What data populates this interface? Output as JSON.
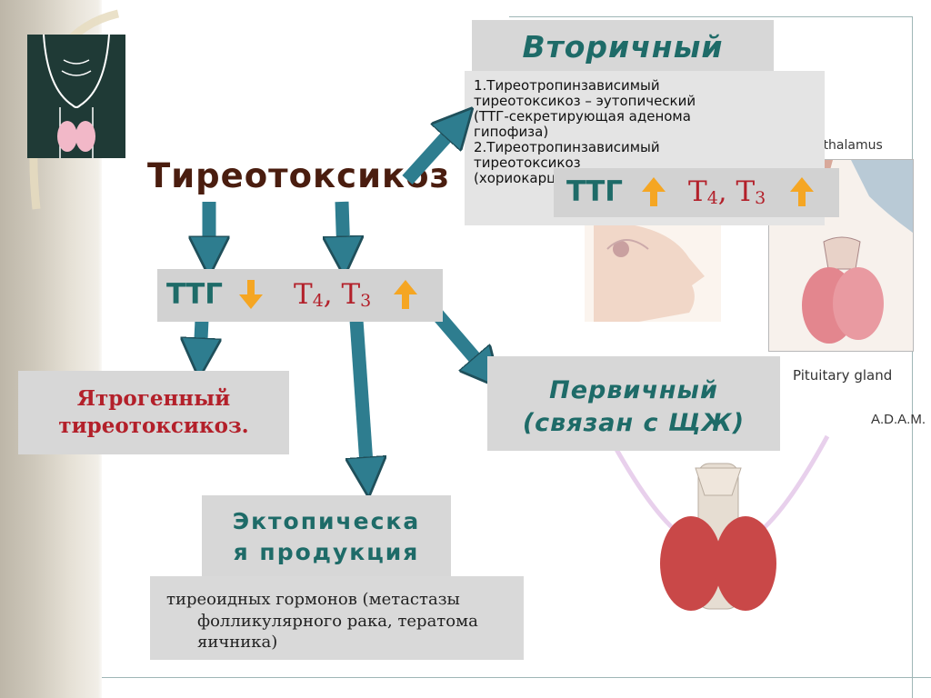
{
  "title": "Тиреотоксикоз",
  "secondary": {
    "header": "Вторичный",
    "lines": [
      "1.Тиреотропинзависимый",
      "тиреотоксикоз – эутопический",
      "(ТТГ-секретирующая аденома",
      "гипофиза)",
      "2.Тиреотропинзависимый",
      "тиреотоксикоз",
      "(хориокарцинома)"
    ],
    "ttg": "ТТГ",
    "t4": "Т",
    "t4_sub": "4",
    "t3": ", Т",
    "t3_sub": "3"
  },
  "center_row": {
    "ttg": "ТТГ",
    "t4": "Т",
    "t4_sub": "4",
    "t3": ", Т",
    "t3_sub": "3"
  },
  "iatrogenic": [
    "Ятрогенный",
    "тиреотоксикоз."
  ],
  "primary": [
    "Первичный",
    "(связан с ЩЖ)"
  ],
  "ectopic": {
    "header": [
      "Эктопическа",
      "я продукция"
    ],
    "desc": [
      "тиреоидных гормонов (метастазы",
      "фолликулярного рака, тератома",
      "яичника)"
    ]
  },
  "illustration_labels": {
    "hypothalamus": "othalamus",
    "pituitary": "Pituitary gland",
    "brand": "A.D.A.M."
  },
  "colors": {
    "teal": "#1e6b68",
    "red": "#b3202a",
    "orange": "#f5a623",
    "arrow": "#2e7d8f",
    "box": "#d7d7d7"
  }
}
